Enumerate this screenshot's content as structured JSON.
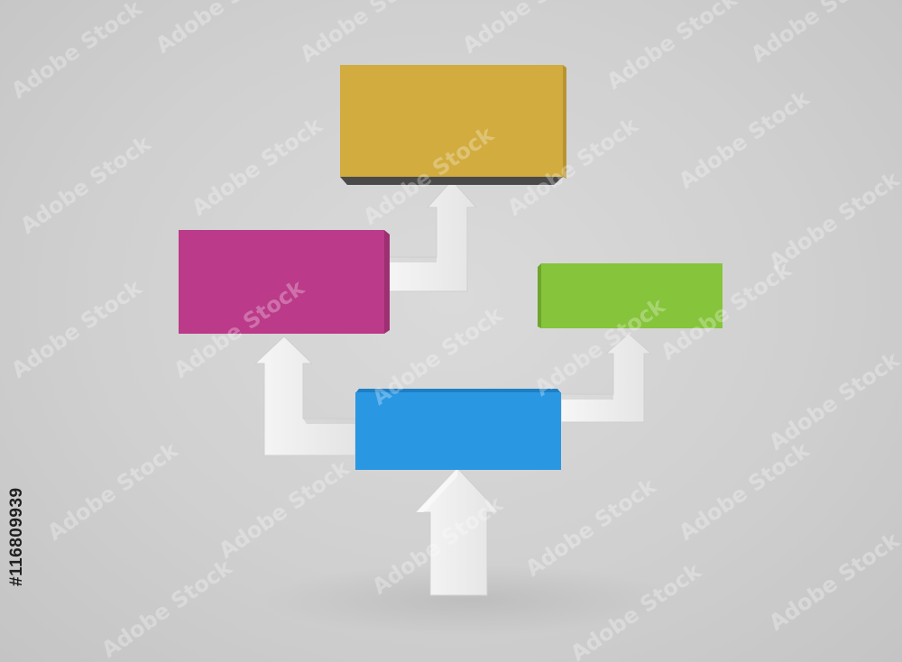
{
  "image": {
    "background_color": "#d3d3d3",
    "stock_id": "#116809939",
    "watermark_text": "Adobe Stock"
  },
  "diagram": {
    "type": "flowchart",
    "boxes": [
      {
        "id": "blue",
        "color": "#2a97e3",
        "label": ""
      },
      {
        "id": "magenta",
        "color": "#bb3a89",
        "label": ""
      },
      {
        "id": "green",
        "color": "#86c43b",
        "label": ""
      },
      {
        "id": "yellow",
        "color": "#d2ac3f",
        "label": ""
      }
    ],
    "arrows": [
      {
        "from": "bottom",
        "to": "blue",
        "color": "#f1f1f1"
      },
      {
        "from": "blue",
        "to": "magenta",
        "color": "#f1f1f1"
      },
      {
        "from": "blue",
        "to": "green",
        "color": "#f1f1f1"
      },
      {
        "from": "magenta",
        "to": "yellow",
        "color": "#f1f1f1"
      }
    ]
  }
}
